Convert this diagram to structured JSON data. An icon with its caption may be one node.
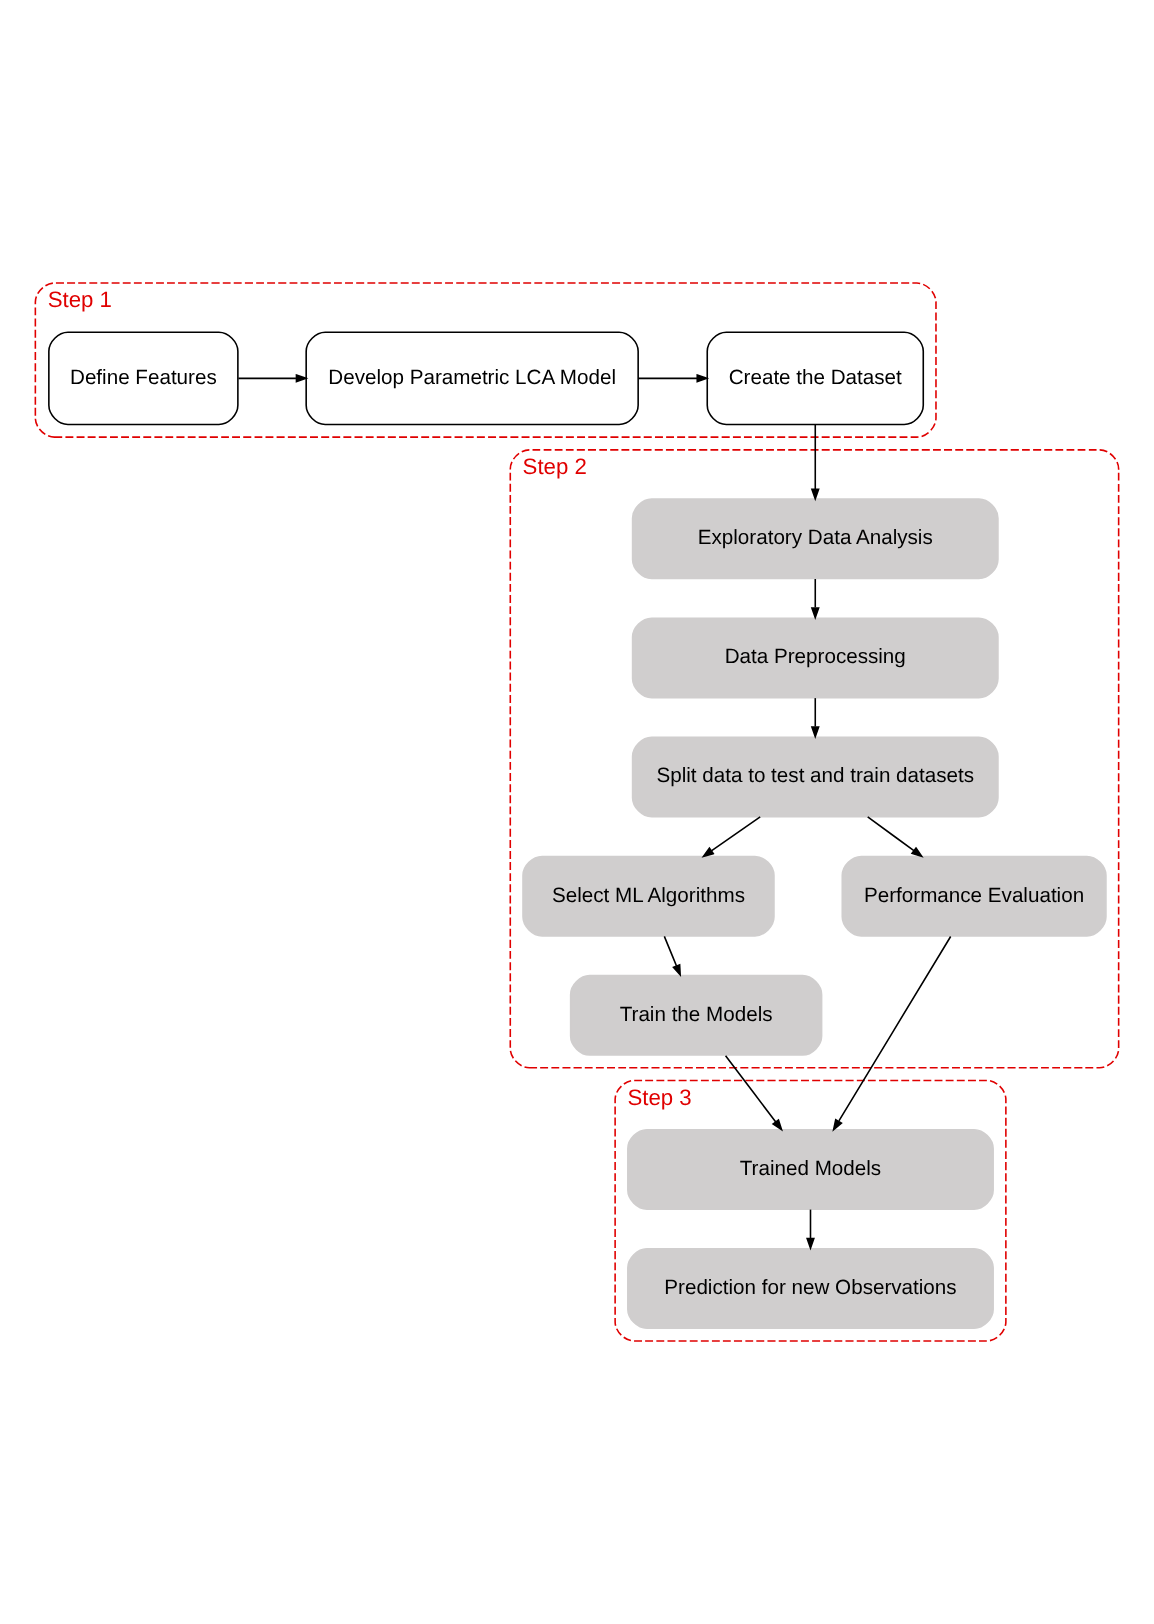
{
  "diagram": {
    "nodes": [
      {
        "text": [
          "Step 1"
        ]
      },
      {
        "text": [
          "Define Features"
        ],
        "in": 0
      },
      {
        "text": [
          "Develop Parametric LCA Model"
        ],
        "in": 0
      },
      {
        "text": [
          "Create the Dataset"
        ],
        "in": 0
      },
      {
        "text": [
          "Step 2"
        ]
      },
      {
        "text": [
          "Exploratory Data Analysis"
        ],
        "in": 4
      },
      {
        "text": [
          "Data Preprocessing"
        ],
        "in": 4
      },
      {
        "text": [
          "Split data to test and train datasets"
        ],
        "in": 4
      },
      {
        "text": [
          "Select ML Algorithms"
        ],
        "in": 4
      },
      {
        "text": [
          "Train the Models"
        ],
        "in": 4
      },
      {
        "text": [
          "Performance Evaluation"
        ],
        "in": 4
      },
      {
        "text": [
          "Step 3"
        ]
      },
      {
        "text": [
          "Trained Models"
        ],
        "in": 11
      },
      {
        "text": [
          "Prediction for new Observations"
        ],
        "in": 11
      }
    ],
    "edges": [
      {
        "from": 1,
        "to": 2,
        "arrow": "to"
      },
      {
        "from": 2,
        "to": 3,
        "arrow": "to"
      },
      {
        "from": 3,
        "to": 5,
        "arrow": "to"
      },
      {
        "from": 5,
        "to": 6,
        "arrow": "to"
      },
      {
        "from": 6,
        "to": 7,
        "arrow": "to"
      },
      {
        "from": 7,
        "to": 8,
        "arrow": "to"
      },
      {
        "from": 7,
        "to": 10,
        "arrow": "to"
      },
      {
        "from": 8,
        "to": 9,
        "arrow": "to"
      },
      {
        "from": 9,
        "to": 12,
        "arrow": "to"
      },
      {
        "from": 10,
        "to": 12,
        "arrow": "to"
      },
      {
        "from": 12,
        "to": 13,
        "arrow": "to"
      }
    ]
  }
}
